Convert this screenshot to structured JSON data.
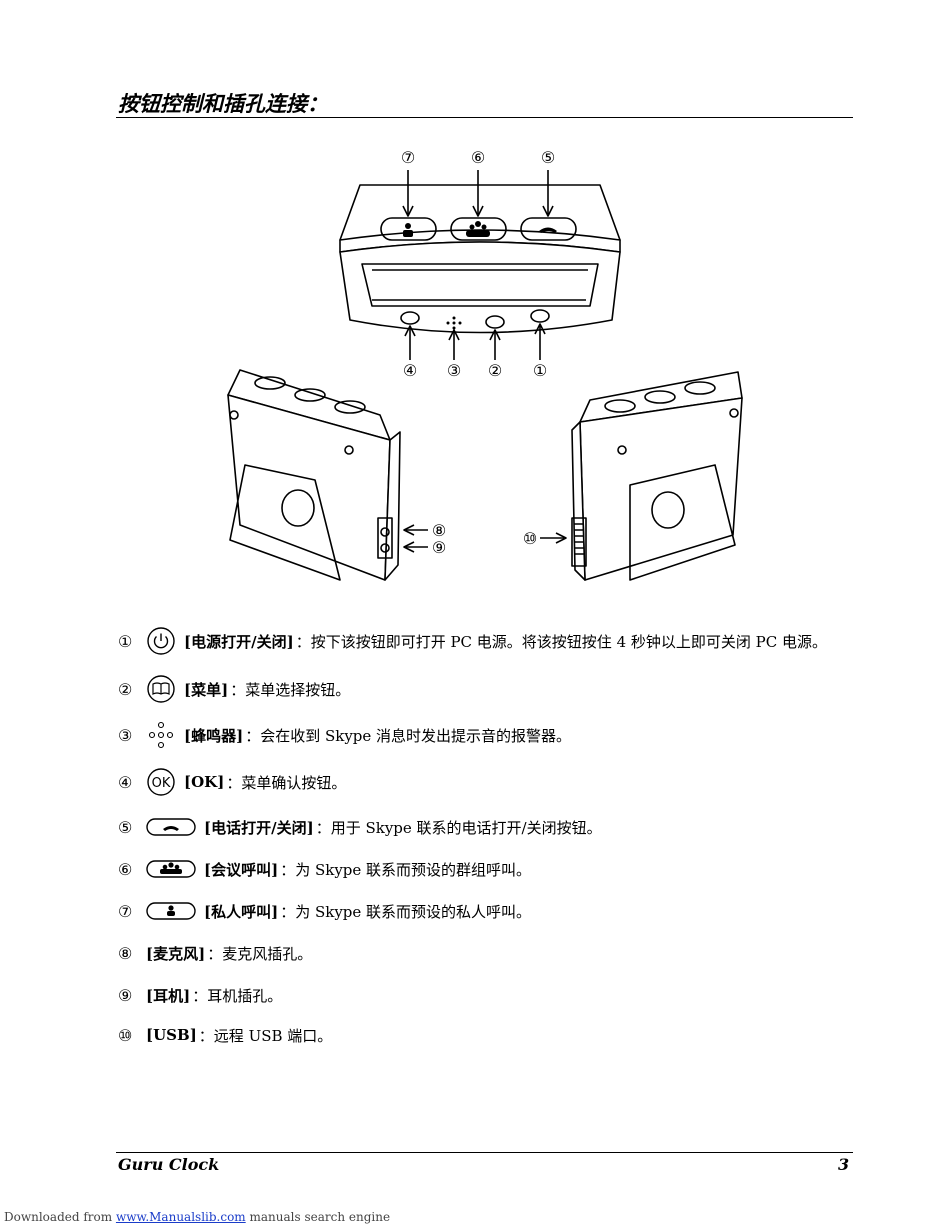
{
  "heading": "按钮控制和插孔连接：",
  "figure": {
    "callouts_top": [
      "⑦",
      "⑥",
      "⑤"
    ],
    "callouts_bottom": [
      "④",
      "③",
      "②",
      "①"
    ],
    "callouts_left_side": [
      "⑧",
      "⑨"
    ],
    "callout_right_side": "⑩"
  },
  "items": [
    {
      "num": "①",
      "icon": "power-icon",
      "label": "[电源打开/关闭]",
      "text": "：按下该按钮即可打开 PC 电源。将该按钮按住 4 秒钟以上即可关闭 PC 电源。"
    },
    {
      "num": "②",
      "icon": "menu-book-icon",
      "label": "[菜单]",
      "text": "：菜单选择按钮。"
    },
    {
      "num": "③",
      "icon": "buzzer-dots-icon",
      "label": "[蜂鸣器]",
      "text": "：会在收到 Skype 消息时发出提示音的报警器。"
    },
    {
      "num": "④",
      "icon": "ok-icon",
      "label": "[OK]",
      "text": "：菜单确认按钮。"
    },
    {
      "num": "⑤",
      "icon": "phone-handset-icon",
      "label": "[电话打开/关闭]",
      "text": "：用于 Skype 联系的电话打开/关闭按钮。"
    },
    {
      "num": "⑥",
      "icon": "group-call-icon",
      "label": "[会议呼叫]",
      "text": "：为 Skype 联系而预设的群组呼叫。"
    },
    {
      "num": "⑦",
      "icon": "single-person-icon",
      "label": "[私人呼叫]",
      "text": "：为 Skype 联系而预设的私人呼叫。"
    },
    {
      "num": "⑧",
      "icon": "",
      "label": "[麦克风]",
      "text": "：麦克风插孔。"
    },
    {
      "num": "⑨",
      "icon": "",
      "label": "[耳机]",
      "text": "：耳机插孔。"
    },
    {
      "num": "⑩",
      "icon": "",
      "label": "[USB]",
      "text": "：远程 USB 端口。"
    }
  ],
  "footer": {
    "title": "Guru Clock",
    "page": "3"
  },
  "download": {
    "prefix": "Downloaded from ",
    "link": "www.Manualslib.com",
    "suffix": " manuals search engine"
  }
}
